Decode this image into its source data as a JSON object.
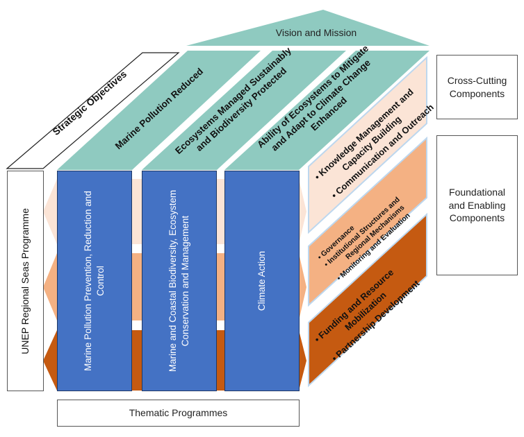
{
  "vision": {
    "label": "Vision and Mission"
  },
  "strategic": {
    "label": "Strategic Objectives",
    "objectives": [
      {
        "label": "Marine Pollution Reduced"
      },
      {
        "line1": "Ecosystems Managed Sustainably",
        "line2": "and Biodiversity Protected"
      },
      {
        "line1": "Ability of Ecosystems to Mitigate",
        "line2": "and Adapt to Climate Change",
        "line3": "Enhanced"
      }
    ]
  },
  "programme": {
    "label": "UNEP Regional Seas Programme"
  },
  "thematic": {
    "label": "Thematic Programmes",
    "items": [
      {
        "line1": "Marine Pollution Prevention, Reduction and",
        "line2": "Control"
      },
      {
        "line1": "Marine and Coastal Biodiversity, Ecosystem",
        "line2": "Conservation and Management"
      },
      {
        "line1": "Climate Action"
      }
    ]
  },
  "cross_cutting": {
    "label_line1": "Cross-Cutting",
    "label_line2": "Components",
    "bullets": [
      {
        "line1": "Knowledge Management and",
        "line2": "Capacity Building"
      },
      {
        "line1": "Communication and Outreach"
      }
    ]
  },
  "foundational": {
    "label_line1": "Foundational",
    "label_line2": "and Enabling",
    "label_line3": "Components",
    "enabling_bullets": [
      {
        "line1": "Governance"
      },
      {
        "line1": "Institutional Structures and",
        "line2": "Regional Mechanisms"
      },
      {
        "line1": "Monitoring and Evaluation"
      }
    ],
    "resource_bullets": [
      {
        "line1": "Funding and Resource",
        "line2": "Mobilization"
      },
      {
        "line1": "Partnership Development"
      }
    ]
  },
  "colors": {
    "teal": "#8fcac0",
    "blue": "#4472c4",
    "light_peach": "#fbe4d6",
    "peach": "#f4b183",
    "dark_orange": "#c55a11",
    "outline_blue": "#bdd7ee"
  }
}
